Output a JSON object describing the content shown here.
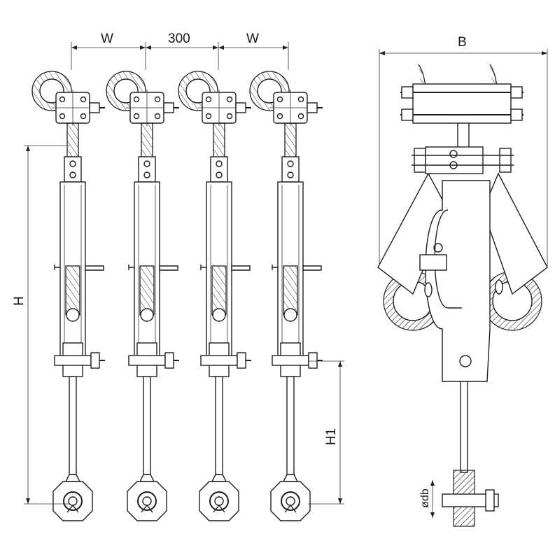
{
  "dimensions": {
    "w_left": "W",
    "spacing": "300",
    "w_right": "W",
    "b": "B",
    "h": "H",
    "h1": "H1",
    "db": "ødb"
  }
}
